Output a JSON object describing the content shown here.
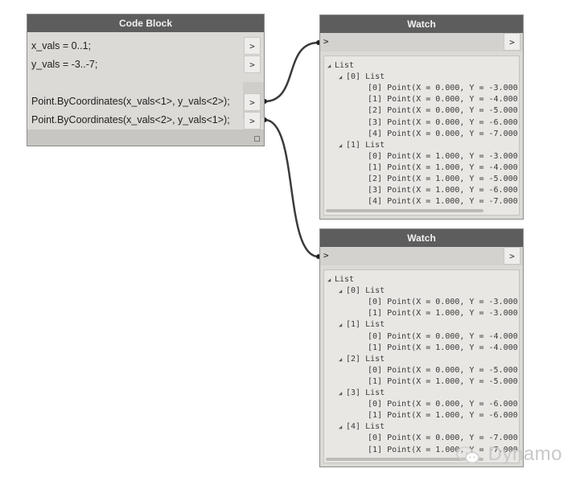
{
  "code_block": {
    "title": "Code Block",
    "lines": [
      {
        "text": "x_vals = 0..1;"
      },
      {
        "text": "y_vals = -3..-7;"
      },
      {
        "text": ""
      },
      {
        "text": "Point.ByCoordinates(x_vals<1>, y_vals<2>);"
      },
      {
        "text": "Point.ByCoordinates(x_vals<2>, y_vals<1>);"
      }
    ],
    "port_label": ">"
  },
  "watch1": {
    "title": "Watch",
    "in_label": ">",
    "out_label": ">",
    "tree": [
      {
        "level": 0,
        "tri": true,
        "text": "List"
      },
      {
        "level": 1,
        "tri": true,
        "text": "[0] List"
      },
      {
        "level": 2,
        "tri": false,
        "text": "[0] Point(X = 0.000, Y = -3.000,"
      },
      {
        "level": 2,
        "tri": false,
        "text": "[1] Point(X = 0.000, Y = -4.000,"
      },
      {
        "level": 2,
        "tri": false,
        "text": "[2] Point(X = 0.000, Y = -5.000,"
      },
      {
        "level": 2,
        "tri": false,
        "text": "[3] Point(X = 0.000, Y = -6.000,"
      },
      {
        "level": 2,
        "tri": false,
        "text": "[4] Point(X = 0.000, Y = -7.000,"
      },
      {
        "level": 1,
        "tri": true,
        "text": "[1] List"
      },
      {
        "level": 2,
        "tri": false,
        "text": "[0] Point(X = 1.000, Y = -3.000,"
      },
      {
        "level": 2,
        "tri": false,
        "text": "[1] Point(X = 1.000, Y = -4.000,"
      },
      {
        "level": 2,
        "tri": false,
        "text": "[2] Point(X = 1.000, Y = -5.000,"
      },
      {
        "level": 2,
        "tri": false,
        "text": "[3] Point(X = 1.000, Y = -6.000,"
      },
      {
        "level": 2,
        "tri": false,
        "text": "[4] Point(X = 1.000, Y = -7.000,"
      }
    ]
  },
  "watch2": {
    "title": "Watch",
    "in_label": ">",
    "out_label": ">",
    "tree": [
      {
        "level": 0,
        "tri": true,
        "text": "List"
      },
      {
        "level": 1,
        "tri": true,
        "text": "[0] List"
      },
      {
        "level": 2,
        "tri": false,
        "text": "[0] Point(X = 0.000, Y = -3.000,"
      },
      {
        "level": 2,
        "tri": false,
        "text": "[1] Point(X = 1.000, Y = -3.000,"
      },
      {
        "level": 1,
        "tri": true,
        "text": "[1] List"
      },
      {
        "level": 2,
        "tri": false,
        "text": "[0] Point(X = 0.000, Y = -4.000,"
      },
      {
        "level": 2,
        "tri": false,
        "text": "[1] Point(X = 1.000, Y = -4.000,"
      },
      {
        "level": 1,
        "tri": true,
        "text": "[2] List"
      },
      {
        "level": 2,
        "tri": false,
        "text": "[0] Point(X = 0.000, Y = -5.000,"
      },
      {
        "level": 2,
        "tri": false,
        "text": "[1] Point(X = 1.000, Y = -5.000,"
      },
      {
        "level": 1,
        "tri": true,
        "text": "[3] List"
      },
      {
        "level": 2,
        "tri": false,
        "text": "[0] Point(X = 0.000, Y = -6.000,"
      },
      {
        "level": 2,
        "tri": false,
        "text": "[1] Point(X = 1.000, Y = -6.000,"
      },
      {
        "level": 1,
        "tri": true,
        "text": "[4] List"
      },
      {
        "level": 2,
        "tri": false,
        "text": "[0] Point(X = 0.000, Y = -7.000,"
      },
      {
        "level": 2,
        "tri": false,
        "text": "[1] Point(X = 1.000, Y = -7.000,"
      }
    ]
  },
  "watermark": {
    "text": "Dynamo",
    "icon": "wechat-icon"
  },
  "colors": {
    "header": "#5d5d5d",
    "node_body": "#dcdad6",
    "wire": "#3b3b3b"
  }
}
